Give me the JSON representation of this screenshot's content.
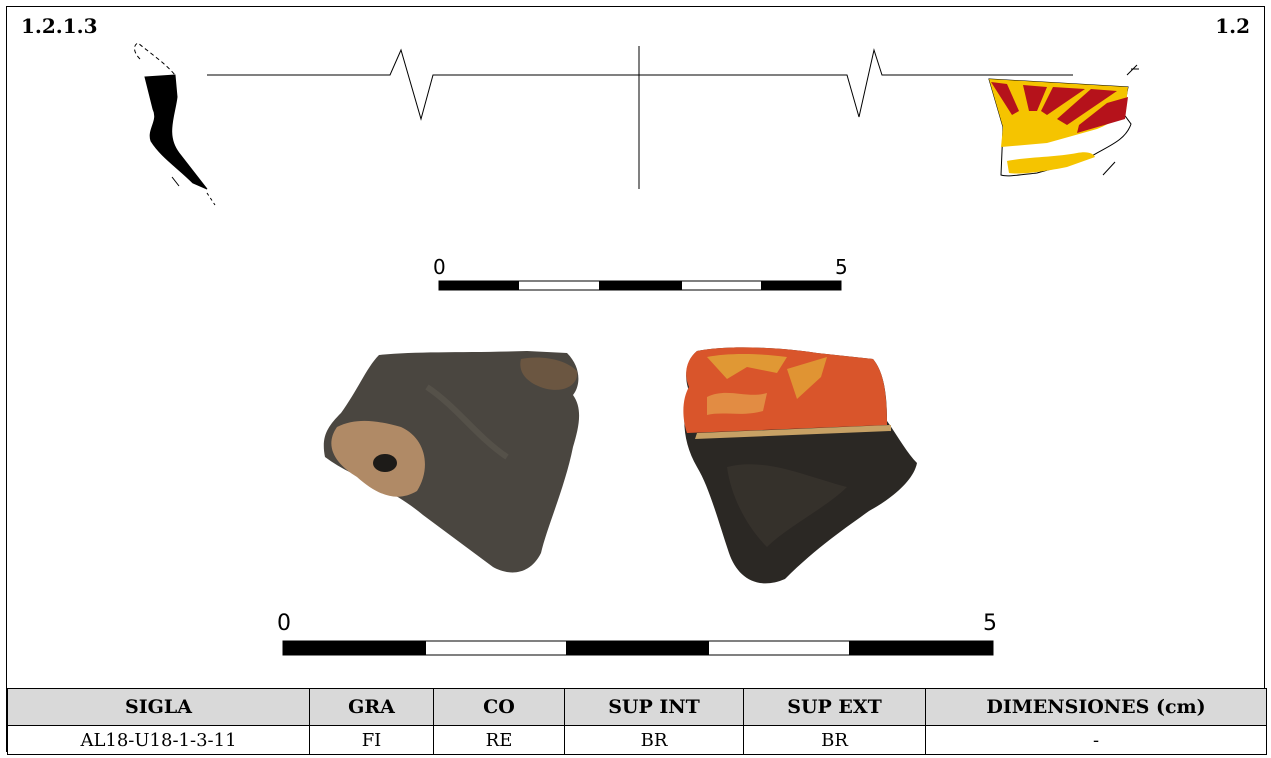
{
  "header": {
    "catalog_code": "1.2.1.3",
    "group_code": "1.2"
  },
  "drawing_scale": {
    "start_label": "0",
    "end_label": "5"
  },
  "photo_scale": {
    "start_label": "0",
    "end_label": "5"
  },
  "colors": {
    "decoration_red": "#b5121b",
    "decoration_yellow": "#f5c400",
    "profile_fill": "#000000",
    "header_bg": "#d9d9d9"
  },
  "table": {
    "headers": [
      "SIGLA",
      "GRA",
      "CO",
      "SUP INT",
      "SUP EXT",
      "DIMENSIONES (cm)"
    ],
    "rows": [
      [
        "AL18-U18-1-3-11",
        "FI",
        "RE",
        "BR",
        "BR",
        "-"
      ]
    ]
  }
}
